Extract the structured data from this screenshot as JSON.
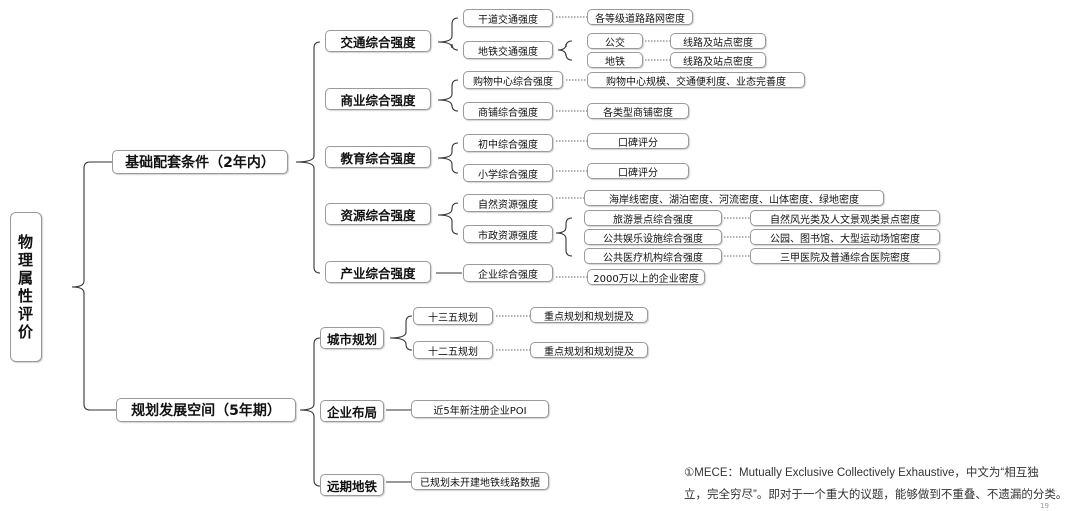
{
  "root": {
    "chars": [
      "物",
      "理",
      "属",
      "性",
      "评",
      "价"
    ]
  },
  "base": {
    "label": "基础配套条件（2年内）",
    "traffic": {
      "label": "交通综合强度",
      "trunk": "干道交通强度",
      "trunk_desc": "各等级道路路网密度",
      "metro": "地铁交通强度",
      "bus": "公交",
      "bus_desc": "线路及站点密度",
      "subway": "地铁",
      "subway_desc": "线路及站点密度"
    },
    "commerce": {
      "label": "商业综合强度",
      "mall": "购物中心综合强度",
      "mall_desc": "购物中心规模、交通便利度、业态完善度",
      "shop": "商铺综合强度",
      "shop_desc": "各类型商铺密度"
    },
    "edu": {
      "label": "教育综合强度",
      "junior": "初中综合强度",
      "junior_desc": "口碑评分",
      "primary": "小学综合强度",
      "primary_desc": "口碑评分"
    },
    "resource": {
      "label": "资源综合强度",
      "natural": "自然资源强度",
      "natural_desc": "海岸线密度、湖泊密度、河流密度、山体密度、绿地密度",
      "municipal": "市政资源强度",
      "tour": "旅游景点综合强度",
      "tour_desc": "自然风光类及人文景观类景点密度",
      "leisure": "公共娱乐设施综合强度",
      "leisure_desc": "公园、图书馆、大型运动场馆密度",
      "medical": "公共医疗机构综合强度",
      "medical_desc": "三甲医院及普通综合医院密度"
    },
    "industry": {
      "label": "产业综合强度",
      "enterprise": "企业综合强度",
      "enterprise_desc": "2000万以上的企业密度"
    }
  },
  "plan": {
    "label": "规划发展空间（5年期）",
    "city": {
      "label": "城市规划",
      "p13": "十三五规划",
      "p13_desc": "重点规划和规划提及",
      "p12": "十二五规划",
      "p12_desc": "重点规划和规划提及"
    },
    "layout": {
      "label": "企业布局",
      "desc": "近5年新注册企业POI"
    },
    "metro": {
      "label": "远期地铁",
      "desc": "已规划未开建地铁线路数据"
    }
  },
  "note": {
    "line1": "①MECE：Mutually Exclusive Collectively Exhaustive，中文为“相互独",
    "line2": "立，完全穷尽”。即对于一个重大的议题，能够做到不重叠、不遗漏的分类。"
  },
  "page_number": "19",
  "colors": {
    "line": "#333333",
    "dotted": "#666666",
    "border": "#9a9a9a"
  }
}
